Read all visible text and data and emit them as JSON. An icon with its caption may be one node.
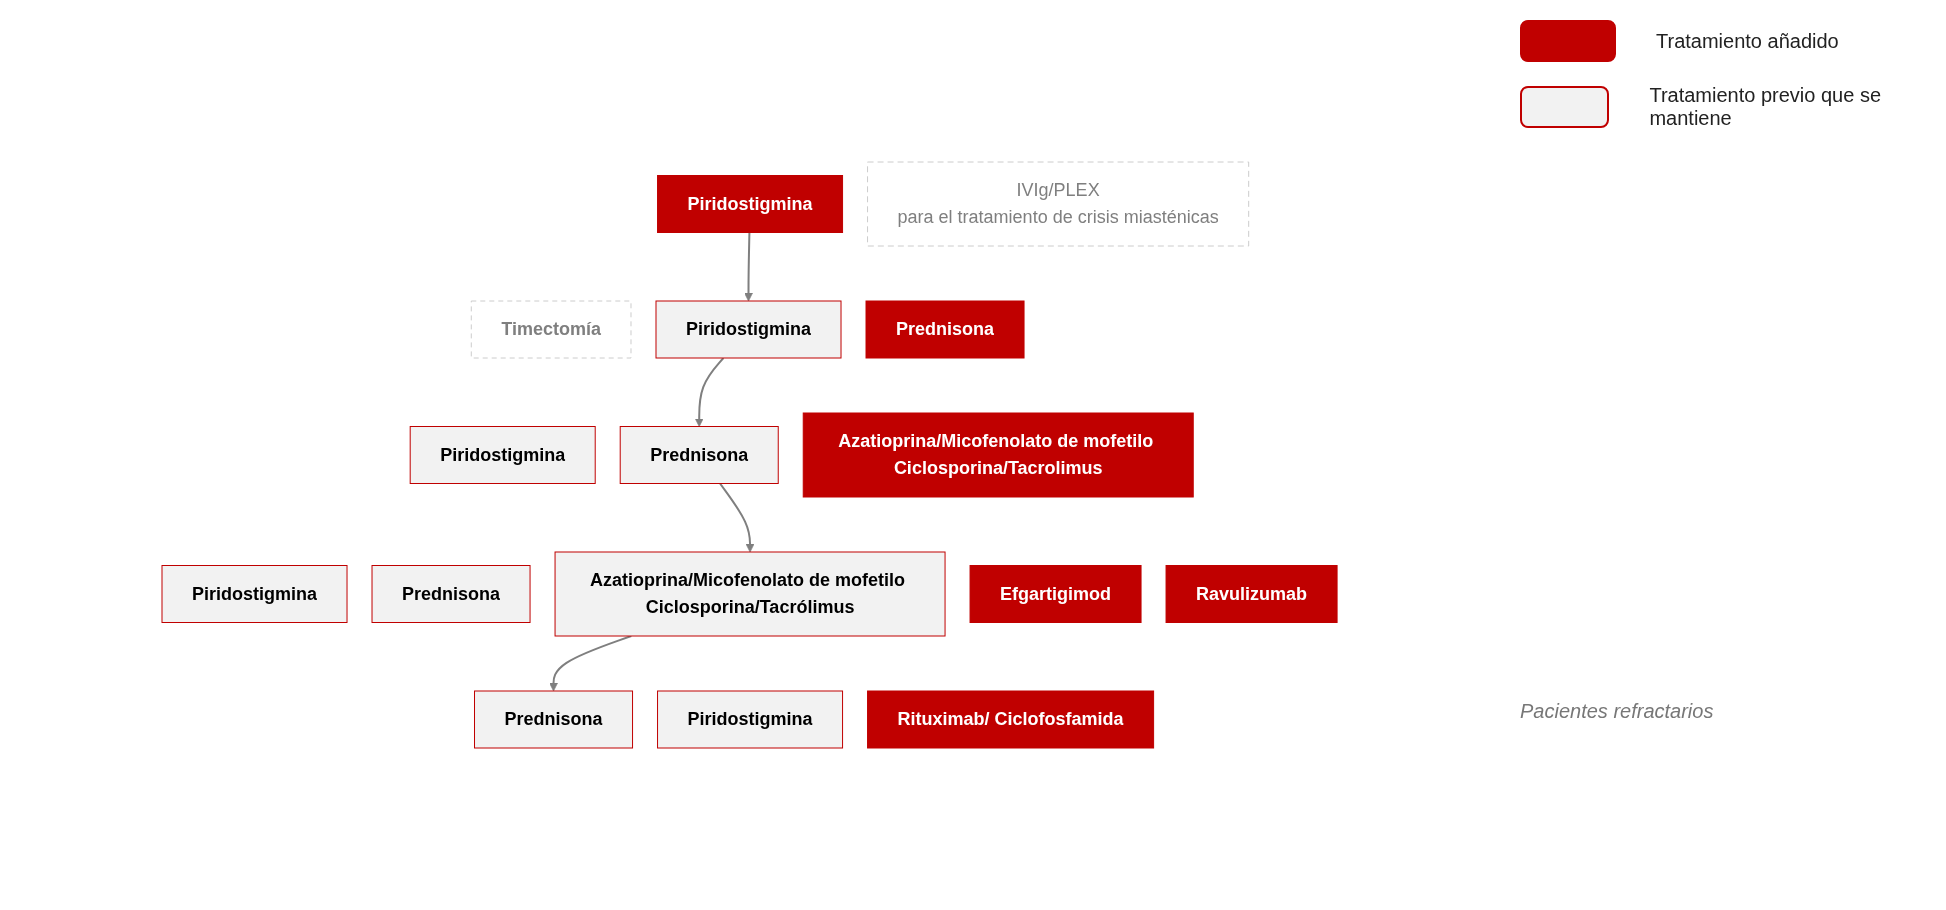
{
  "diagram": {
    "nodes": [
      {
        "text": [
          "Piridostigmina"
        ]
      },
      {
        "text": [
          "Timectomía"
        ]
      },
      {
        "text": [
          "Piridostigmina"
        ]
      },
      {
        "text": [
          "Prednisona"
        ]
      },
      {
        "text": [
          "Piridostigmina"
        ]
      },
      {
        "text": [
          "Prednisona"
        ]
      },
      {
        "text": [
          "Azatioprina/Micofenolato de mofetilo Ciclosporina/Tacrolimus"
        ]
      },
      {
        "text": [
          "Piridostigmina"
        ]
      },
      {
        "text": [
          "Prednisona"
        ]
      },
      {
        "text": [
          "Azatioprina/Micofenolato de mofetilo Ciclosporina/Tacrólimus"
        ]
      },
      {
        "text": [
          "Efgartigimod"
        ]
      },
      {
        "text": [
          "Ravulizumab"
        ]
      },
      {
        "text": [
          "Piridostigmina"
        ]
      },
      {
        "text": [
          "Prednisona"
        ]
      },
      {
        "text": [
          "Rituximab/ Ciclofosfamida"
        ]
      },
      {
        "text": [
          "IVIg/PLEX",
          "para el tratamiento de crisis miasténicas"
        ]
      }
    ],
    "edges": [
      {
        "from": 0,
        "to": 2,
        "arrow": "to"
      },
      {
        "from": 2,
        "to": 5,
        "arrow": "to"
      },
      {
        "from": 5,
        "to": 9,
        "arrow": "to"
      },
      {
        "from": 9,
        "to": 13,
        "arrow": "to"
      }
    ],
    "labels": [
      "Pacientes refractarios"
    ],
    "legend": [
      {
        "text": "Tratamiento añadido",
        "color": "#c00000"
      },
      {
        "text": "Tratamiento previo que se mantiene",
        "color": "#f2f2f2"
      }
    ]
  }
}
